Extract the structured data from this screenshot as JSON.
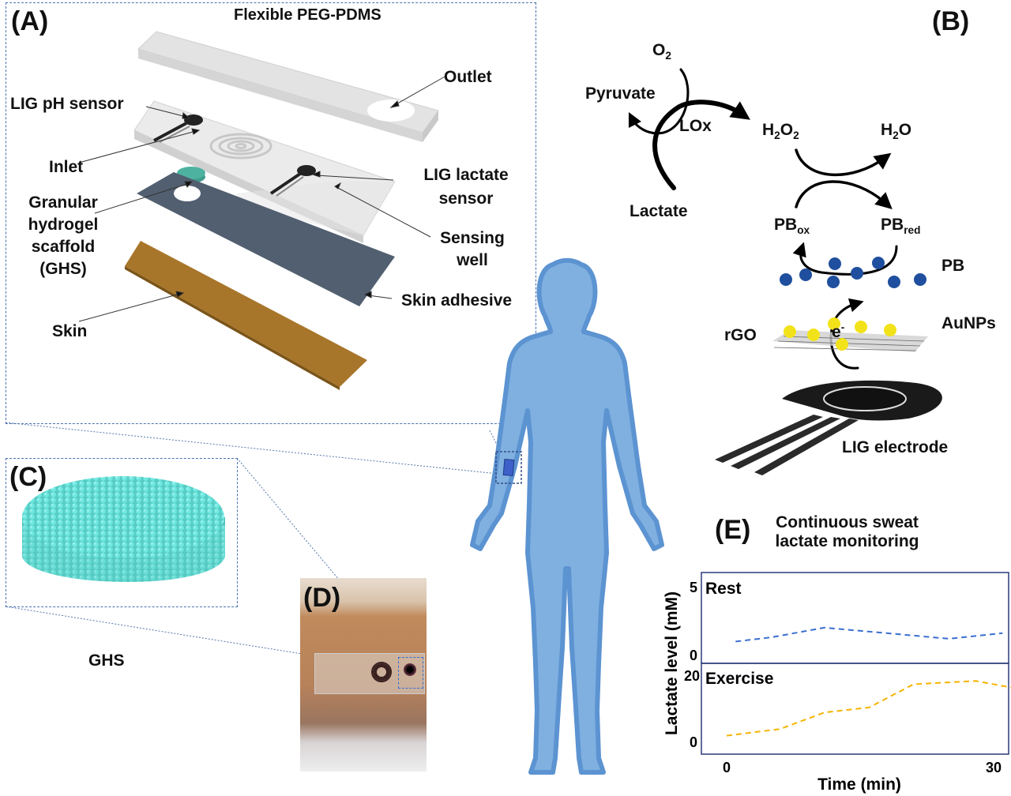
{
  "panels": {
    "A": {
      "label": "(A)",
      "title": "Flexible PEG-PDMS",
      "callouts": {
        "outlet": "Outlet",
        "ph_sensor": "LIG pH sensor",
        "inlet": "Inlet",
        "lactate_sensor_line1": "LIG lactate",
        "lactate_sensor_line2": "sensor",
        "ghs_line1": "Granular",
        "ghs_line2": "hydrogel",
        "ghs_line3": "scaffold",
        "ghs_line4": "(GHS)",
        "sensing_well_line1": "Sensing",
        "sensing_well_line2": "well",
        "skin_adhesive": "Skin adhesive",
        "skin": "Skin"
      }
    },
    "B": {
      "label": "(B)",
      "o2": "O",
      "o2_sub": "2",
      "pyruvate": "Pyruvate",
      "lox": "LOx",
      "lactate": "Lactate",
      "h2o2_a": "H",
      "h2o2_sub1": "2",
      "h2o2_b": "O",
      "h2o2_sub2": "2",
      "h2o_a": "H",
      "h2o_sub": "2",
      "h2o_b": "O",
      "pbox": "PB",
      "pbox_sub": "ox",
      "pbred": "PB",
      "pbred_sub": "red",
      "pb": "PB",
      "aunps": "AuNPs",
      "rgo": "rGO",
      "electron": "e",
      "electron_sup": "-",
      "lig_electrode": "LIG electrode"
    },
    "C": {
      "label": "(C)",
      "caption": "GHS"
    },
    "D": {
      "label": "(D)"
    },
    "E": {
      "label": "(E)",
      "title_line1": "Continuous sweat",
      "title_line2": "lactate monitoring"
    }
  },
  "colors": {
    "dashed_box": "#4a6fb0",
    "body": "#7fb0e0",
    "body_outline": "#5c93d1",
    "ghs": "#5fd6cf",
    "pb_particle": "#1f4f9e",
    "au_particle": "#f2e21a",
    "adhesive": "#525f70",
    "skin": "#a8762a",
    "rest_line": "#3a6fd0",
    "exercise_line": "#f5b400"
  },
  "chart_data": {
    "type": "line",
    "title": "Continuous sweat lactate monitoring",
    "xlabel": "Time (min)",
    "ylabel": "Lactate level (mM)",
    "x_ticks": [
      "0",
      "30"
    ],
    "xlim": [
      0,
      30
    ],
    "grid": false,
    "subplots": [
      {
        "name": "Rest",
        "ylim": [
          0,
          5
        ],
        "y_ticks": [
          "5",
          "0"
        ],
        "x": [
          1,
          5,
          11,
          18,
          25,
          31
        ],
        "values": [
          1.0,
          1.3,
          2.0,
          1.6,
          1.2,
          1.6
        ],
        "style": "dashed",
        "color": "#3a6fd0"
      },
      {
        "name": "Exercise",
        "ylim": [
          0,
          20
        ],
        "y_ticks": [
          "20",
          "0"
        ],
        "x": [
          0,
          6,
          11,
          16,
          21,
          28,
          33
        ],
        "values": [
          2.0,
          4.0,
          9.0,
          10.5,
          17.5,
          18.5,
          16.0
        ],
        "style": "dashed",
        "color": "#f5b400"
      }
    ]
  }
}
